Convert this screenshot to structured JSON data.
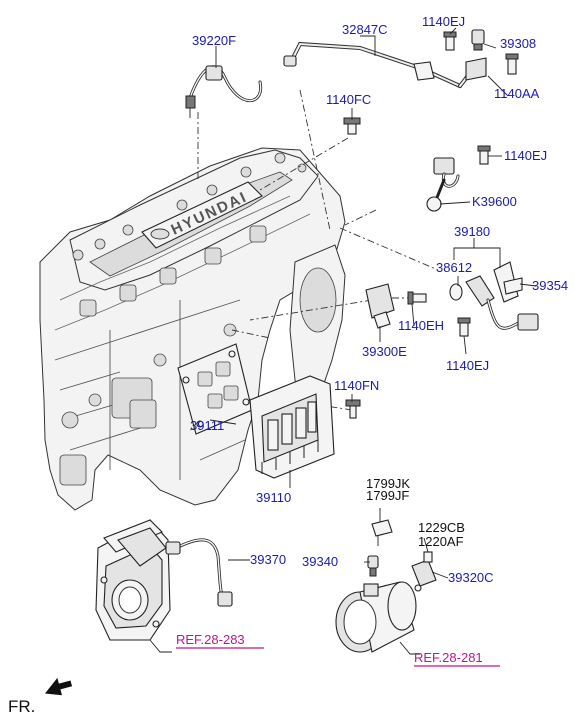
{
  "diagram": {
    "labels": {
      "l39220F": "39220F",
      "l32847C": "32847C",
      "l1140EJ_top": "1140EJ",
      "l39308": "39308",
      "l1140AA": "1140AA",
      "l1140FC": "1140FC",
      "l1140EJ_mid": "1140EJ",
      "lK39600": "K39600",
      "l39180": "39180",
      "l38612": "38612",
      "l39354": "39354",
      "l1140EH": "1140EH",
      "l39300E": "39300E",
      "l1140EJ_low": "1140EJ",
      "l1140FN": "1140FN",
      "l39111": "39111",
      "l39110": "39110",
      "l1799JK": "1799JK",
      "l1799JF": "1799JF",
      "l1229CB": "1229CB",
      "l1220AF": "1220AF",
      "l39370": "39370",
      "l39340": "39340",
      "l39320C": "39320C"
    },
    "refs": {
      "ref_left": "REF.28-283",
      "ref_right": "REF.28-281"
    },
    "engine_logo": "HYUNDAI",
    "front_marker": "FR."
  }
}
